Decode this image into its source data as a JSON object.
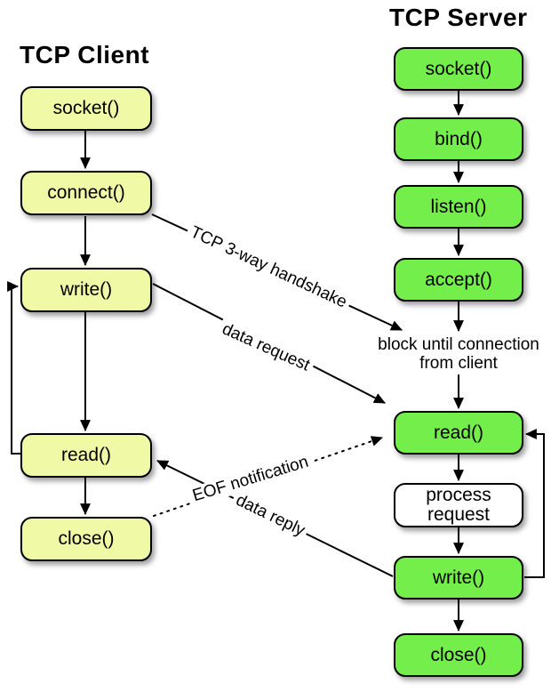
{
  "titles": {
    "client": "TCP Client",
    "server": "TCP Server"
  },
  "nodes": {
    "client_socket": "socket()",
    "client_connect": "connect()",
    "client_write": "write()",
    "client_read": "read()",
    "client_close": "close()",
    "server_socket": "socket()",
    "server_bind": "bind()",
    "server_listen": "listen()",
    "server_accept": "accept()",
    "server_read": "read()",
    "server_process": "process\nrequest",
    "server_write": "write()",
    "server_close": "close()"
  },
  "annotations": {
    "block_note": "block until connection\nfrom client",
    "handshake": "TCP 3-way handshake",
    "data_request": "data request",
    "eof_notification": "EOF notification",
    "data_reply": "data reply"
  },
  "colors": {
    "client_box": "#f0f9a5",
    "server_box": "#74ee4b",
    "process_box": "#ffffff",
    "outline": "#000000",
    "background": "#ffffff"
  }
}
